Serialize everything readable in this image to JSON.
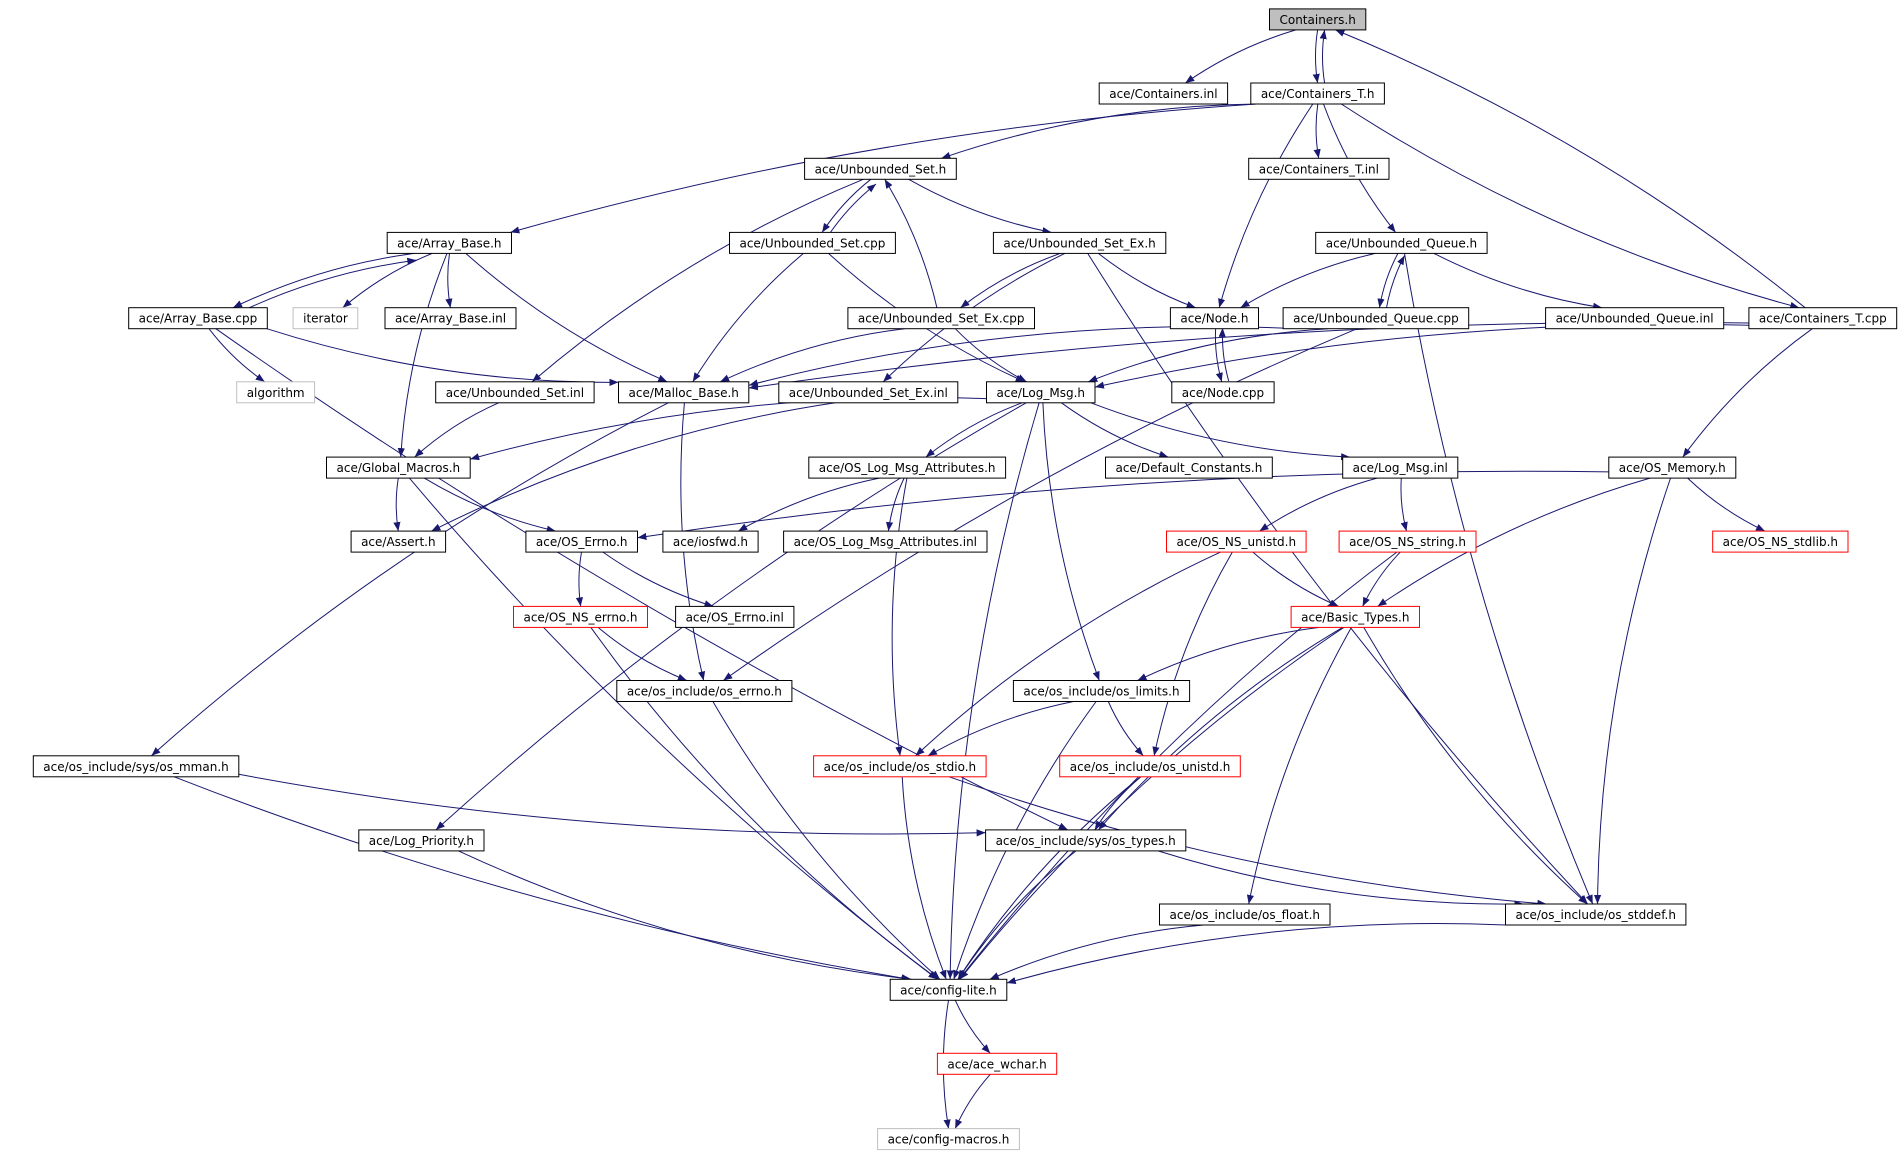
{
  "graph": {
    "colors": {
      "edge": "#191970",
      "border_black": "#000000",
      "border_red": "#ff0000",
      "border_gray": "#bfbfbf",
      "root_fill": "#bfbfbf",
      "node_fill": "#ffffff"
    },
    "nodes": [
      {
        "id": "containers_h",
        "label": "Containers.h",
        "style": "root"
      },
      {
        "id": "containers_inl",
        "label": "ace/Containers.inl",
        "style": "black"
      },
      {
        "id": "containers_t_h",
        "label": "ace/Containers_T.h",
        "style": "black"
      },
      {
        "id": "unbounded_set_h",
        "label": "ace/Unbounded_Set.h",
        "style": "black"
      },
      {
        "id": "containers_t_inl",
        "label": "ace/Containers_T.inl",
        "style": "black"
      },
      {
        "id": "array_base_h",
        "label": "ace/Array_Base.h",
        "style": "black"
      },
      {
        "id": "unbounded_set_cpp",
        "label": "ace/Unbounded_Set.cpp",
        "style": "black"
      },
      {
        "id": "unbounded_set_ex_h",
        "label": "ace/Unbounded_Set_Ex.h",
        "style": "black"
      },
      {
        "id": "unbounded_queue_h",
        "label": "ace/Unbounded_Queue.h",
        "style": "black"
      },
      {
        "id": "array_base_cpp",
        "label": "ace/Array_Base.cpp",
        "style": "black"
      },
      {
        "id": "iterator",
        "label": "iterator",
        "style": "gray"
      },
      {
        "id": "array_base_inl",
        "label": "ace/Array_Base.inl",
        "style": "black"
      },
      {
        "id": "unbounded_set_ex_cpp",
        "label": "ace/Unbounded_Set_Ex.cpp",
        "style": "black"
      },
      {
        "id": "node_h",
        "label": "ace/Node.h",
        "style": "black"
      },
      {
        "id": "unbounded_queue_cpp",
        "label": "ace/Unbounded_Queue.cpp",
        "style": "black"
      },
      {
        "id": "unbounded_queue_inl",
        "label": "ace/Unbounded_Queue.inl",
        "style": "black"
      },
      {
        "id": "containers_t_cpp",
        "label": "ace/Containers_T.cpp",
        "style": "black"
      },
      {
        "id": "algorithm",
        "label": "algorithm",
        "style": "gray"
      },
      {
        "id": "unbounded_set_inl",
        "label": "ace/Unbounded_Set.inl",
        "style": "black"
      },
      {
        "id": "malloc_base_h",
        "label": "ace/Malloc_Base.h",
        "style": "black"
      },
      {
        "id": "unbounded_set_ex_inl",
        "label": "ace/Unbounded_Set_Ex.inl",
        "style": "black"
      },
      {
        "id": "log_msg_h",
        "label": "ace/Log_Msg.h",
        "style": "black"
      },
      {
        "id": "node_cpp",
        "label": "ace/Node.cpp",
        "style": "black"
      },
      {
        "id": "global_macros_h",
        "label": "ace/Global_Macros.h",
        "style": "black"
      },
      {
        "id": "os_log_msg_attributes_h",
        "label": "ace/OS_Log_Msg_Attributes.h",
        "style": "black"
      },
      {
        "id": "default_constants_h",
        "label": "ace/Default_Constants.h",
        "style": "black"
      },
      {
        "id": "log_msg_inl",
        "label": "ace/Log_Msg.inl",
        "style": "black"
      },
      {
        "id": "os_memory_h",
        "label": "ace/OS_Memory.h",
        "style": "black"
      },
      {
        "id": "assert_h",
        "label": "ace/Assert.h",
        "style": "black"
      },
      {
        "id": "os_errno_h",
        "label": "ace/OS_Errno.h",
        "style": "black"
      },
      {
        "id": "iosfwd_h",
        "label": "ace/iosfwd.h",
        "style": "black"
      },
      {
        "id": "os_log_msg_attributes_inl",
        "label": "ace/OS_Log_Msg_Attributes.inl",
        "style": "black"
      },
      {
        "id": "os_ns_unistd_h",
        "label": "ace/OS_NS_unistd.h",
        "style": "red"
      },
      {
        "id": "os_ns_string_h",
        "label": "ace/OS_NS_string.h",
        "style": "red"
      },
      {
        "id": "os_ns_stdlib_h",
        "label": "ace/OS_NS_stdlib.h",
        "style": "red"
      },
      {
        "id": "os_ns_errno_h",
        "label": "ace/OS_NS_errno.h",
        "style": "red"
      },
      {
        "id": "os_errno_inl",
        "label": "ace/OS_Errno.inl",
        "style": "black"
      },
      {
        "id": "basic_types_h",
        "label": "ace/Basic_Types.h",
        "style": "red"
      },
      {
        "id": "os_include_os_errno_h",
        "label": "ace/os_include/os_errno.h",
        "style": "black"
      },
      {
        "id": "os_include_os_limits_h",
        "label": "ace/os_include/os_limits.h",
        "style": "black"
      },
      {
        "id": "os_include_sys_os_mman_h",
        "label": "ace/os_include/sys/os_mman.h",
        "style": "black"
      },
      {
        "id": "os_include_os_stdio_h",
        "label": "ace/os_include/os_stdio.h",
        "style": "red"
      },
      {
        "id": "os_include_os_unistd_h",
        "label": "ace/os_include/os_unistd.h",
        "style": "red"
      },
      {
        "id": "log_priority_h",
        "label": "ace/Log_Priority.h",
        "style": "black"
      },
      {
        "id": "os_include_sys_os_types_h",
        "label": "ace/os_include/sys/os_types.h",
        "style": "black"
      },
      {
        "id": "os_include_os_float_h",
        "label": "ace/os_include/os_float.h",
        "style": "black"
      },
      {
        "id": "os_include_os_stddef_h",
        "label": "ace/os_include/os_stddef.h",
        "style": "black"
      },
      {
        "id": "config_lite_h",
        "label": "ace/config-lite.h",
        "style": "black"
      },
      {
        "id": "ace_wchar_h",
        "label": "ace/ace_wchar.h",
        "style": "red"
      },
      {
        "id": "config_macros_h",
        "label": "ace/config-macros.h",
        "style": "gray"
      }
    ],
    "edges": [
      [
        "containers_h",
        "containers_inl"
      ],
      [
        "containers_h",
        "containers_t_h"
      ],
      [
        "containers_t_h",
        "containers_h"
      ],
      [
        "containers_t_h",
        "unbounded_set_h"
      ],
      [
        "containers_t_h",
        "array_base_h"
      ],
      [
        "containers_t_h",
        "containers_t_inl"
      ],
      [
        "containers_t_h",
        "unbounded_queue_h"
      ],
      [
        "containers_t_h",
        "node_h"
      ],
      [
        "containers_t_h",
        "containers_t_cpp"
      ],
      [
        "containers_t_cpp",
        "containers_h"
      ],
      [
        "containers_t_cpp",
        "malloc_base_h"
      ],
      [
        "containers_t_cpp",
        "log_msg_h"
      ],
      [
        "containers_t_cpp",
        "os_memory_h"
      ],
      [
        "unbounded_set_h",
        "unbounded_set_cpp"
      ],
      [
        "unbounded_set_cpp",
        "unbounded_set_h"
      ],
      [
        "unbounded_set_h",
        "unbounded_set_ex_h"
      ],
      [
        "unbounded_set_h",
        "unbounded_set_inl"
      ],
      [
        "unbounded_set_cpp",
        "malloc_base_h"
      ],
      [
        "unbounded_set_cpp",
        "log_msg_h"
      ],
      [
        "unbounded_set_ex_h",
        "unbounded_set_ex_cpp"
      ],
      [
        "unbounded_set_ex_cpp",
        "unbounded_set_h"
      ],
      [
        "unbounded_set_ex_h",
        "node_h"
      ],
      [
        "unbounded_set_ex_h",
        "unbounded_set_ex_inl"
      ],
      [
        "unbounded_set_ex_h",
        "os_include_os_stddef_h"
      ],
      [
        "unbounded_set_ex_cpp",
        "malloc_base_h"
      ],
      [
        "unbounded_set_ex_cpp",
        "log_msg_h"
      ],
      [
        "array_base_h",
        "array_base_cpp"
      ],
      [
        "array_base_cpp",
        "array_base_h"
      ],
      [
        "array_base_h",
        "iterator"
      ],
      [
        "array_base_h",
        "array_base_inl"
      ],
      [
        "array_base_h",
        "malloc_base_h"
      ],
      [
        "array_base_h",
        "global_macros_h"
      ],
      [
        "array_base_cpp",
        "algorithm"
      ],
      [
        "array_base_cpp",
        "malloc_base_h"
      ],
      [
        "array_base_cpp",
        "os_include_sys_os_types_h"
      ],
      [
        "unbounded_queue_h",
        "node_h"
      ],
      [
        "unbounded_queue_h",
        "unbounded_queue_cpp"
      ],
      [
        "unbounded_queue_cpp",
        "unbounded_queue_h"
      ],
      [
        "unbounded_queue_h",
        "unbounded_queue_inl"
      ],
      [
        "unbounded_queue_h",
        "os_include_os_stddef_h"
      ],
      [
        "unbounded_queue_cpp",
        "malloc_base_h"
      ],
      [
        "unbounded_queue_cpp",
        "log_msg_h"
      ],
      [
        "unbounded_queue_cpp",
        "os_include_os_errno_h"
      ],
      [
        "node_h",
        "node_cpp"
      ],
      [
        "node_cpp",
        "node_h"
      ],
      [
        "unbounded_set_inl",
        "global_macros_h"
      ],
      [
        "unbounded_set_ex_inl",
        "assert_h"
      ],
      [
        "malloc_base_h",
        "os_include_sys_os_mman_h"
      ],
      [
        "malloc_base_h",
        "os_include_os_errno_h"
      ],
      [
        "log_msg_h",
        "global_macros_h"
      ],
      [
        "log_msg_h",
        "os_log_msg_attributes_h"
      ],
      [
        "log_msg_h",
        "default_constants_h"
      ],
      [
        "log_msg_h",
        "log_msg_inl"
      ],
      [
        "log_msg_h",
        "log_priority_h"
      ],
      [
        "log_msg_h",
        "os_include_os_limits_h"
      ],
      [
        "log_msg_h",
        "config_lite_h"
      ],
      [
        "global_macros_h",
        "assert_h"
      ],
      [
        "global_macros_h",
        "os_errno_h"
      ],
      [
        "global_macros_h",
        "config_lite_h"
      ],
      [
        "os_log_msg_attributes_h",
        "iosfwd_h"
      ],
      [
        "os_log_msg_attributes_h",
        "os_log_msg_attributes_inl"
      ],
      [
        "os_log_msg_attributes_h",
        "os_include_os_stdio_h"
      ],
      [
        "log_msg_inl",
        "os_ns_unistd_h"
      ],
      [
        "log_msg_inl",
        "os_ns_string_h"
      ],
      [
        "os_memory_h",
        "os_ns_stdlib_h"
      ],
      [
        "os_memory_h",
        "basic_types_h"
      ],
      [
        "os_memory_h",
        "os_include_os_stddef_h"
      ],
      [
        "os_memory_h",
        "os_errno_h"
      ],
      [
        "os_errno_h",
        "os_ns_errno_h"
      ],
      [
        "os_errno_h",
        "os_errno_inl"
      ],
      [
        "os_ns_errno_h",
        "os_include_os_errno_h"
      ],
      [
        "os_ns_errno_h",
        "config_lite_h"
      ],
      [
        "os_ns_unistd_h",
        "basic_types_h"
      ],
      [
        "os_ns_unistd_h",
        "os_include_os_stdio_h"
      ],
      [
        "os_ns_unistd_h",
        "os_include_os_unistd_h"
      ],
      [
        "os_ns_string_h",
        "basic_types_h"
      ],
      [
        "os_ns_string_h",
        "config_lite_h"
      ],
      [
        "basic_types_h",
        "os_include_os_limits_h"
      ],
      [
        "basic_types_h",
        "os_include_sys_os_types_h"
      ],
      [
        "basic_types_h",
        "os_include_os_float_h"
      ],
      [
        "basic_types_h",
        "os_include_os_stddef_h"
      ],
      [
        "basic_types_h",
        "config_lite_h"
      ],
      [
        "os_include_os_errno_h",
        "config_lite_h"
      ],
      [
        "os_include_os_limits_h",
        "os_include_os_stdio_h"
      ],
      [
        "os_include_os_limits_h",
        "os_include_os_unistd_h"
      ],
      [
        "os_include_os_limits_h",
        "config_lite_h"
      ],
      [
        "os_include_sys_os_mman_h",
        "os_include_sys_os_types_h"
      ],
      [
        "os_include_sys_os_mman_h",
        "config_lite_h"
      ],
      [
        "os_include_os_stdio_h",
        "os_include_os_stddef_h"
      ],
      [
        "os_include_os_stdio_h",
        "config_lite_h"
      ],
      [
        "os_include_os_unistd_h",
        "os_include_sys_os_types_h"
      ],
      [
        "os_include_os_unistd_h",
        "config_lite_h"
      ],
      [
        "log_priority_h",
        "config_lite_h"
      ],
      [
        "os_include_sys_os_types_h",
        "os_include_os_stddef_h"
      ],
      [
        "os_include_sys_os_types_h",
        "config_lite_h"
      ],
      [
        "os_include_os_float_h",
        "config_lite_h"
      ],
      [
        "os_include_os_stddef_h",
        "config_lite_h"
      ],
      [
        "config_lite_h",
        "ace_wchar_h"
      ],
      [
        "config_lite_h",
        "config_macros_h"
      ],
      [
        "ace_wchar_h",
        "config_macros_h"
      ]
    ]
  }
}
